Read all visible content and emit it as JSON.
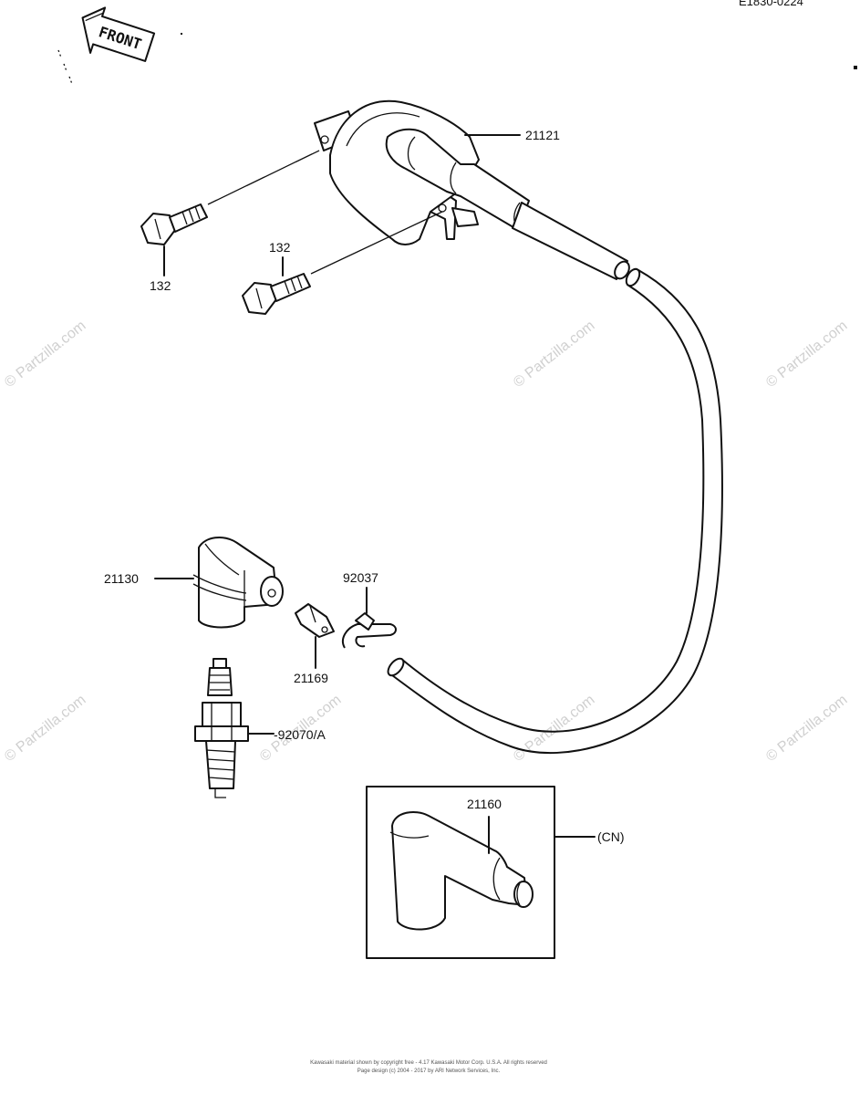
{
  "diagram_id": "E1830-0224",
  "front_label": "FRONT",
  "watermark": "© Partzilla.com",
  "labels": {
    "ignition_coil": "21121",
    "bolt_left": "132",
    "bolt_right": "132",
    "plug_cap": "21130",
    "clip": "92037",
    "terminal": "21169",
    "spark_plug": "-92070/A",
    "cap_cn": "21160",
    "cn_tag": "(CN)"
  },
  "footer": {
    "line1": "Kawasaki material shown by copyright free - 4.17 Kawasaki Motor Corp. U.S.A. All rights reserved",
    "line2": "Page design (c) 2004 - 2017 by ARI Network Services, Inc."
  }
}
